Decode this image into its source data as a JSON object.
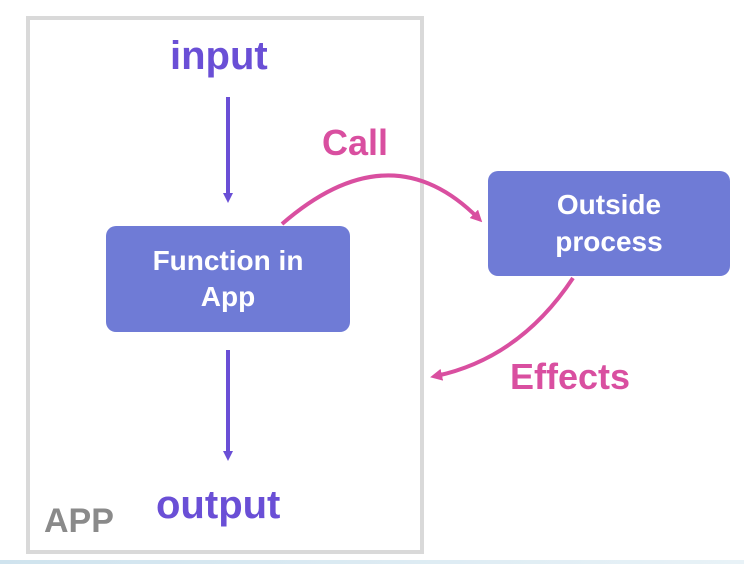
{
  "diagram": {
    "app_label": "APP",
    "input_label": "input",
    "output_label": "output",
    "function_box": {
      "line1": "Function in",
      "line2": "App"
    },
    "outside_box": {
      "line1": "Outside",
      "line2": "process"
    },
    "call_label": "Call",
    "effects_label": "Effects",
    "colors": {
      "flow_arrow": "#6a4fd6",
      "side_effect_arrow": "#d94fa0",
      "box_fill": "#6f7bd6",
      "frame_border": "#d9d9d9"
    }
  }
}
